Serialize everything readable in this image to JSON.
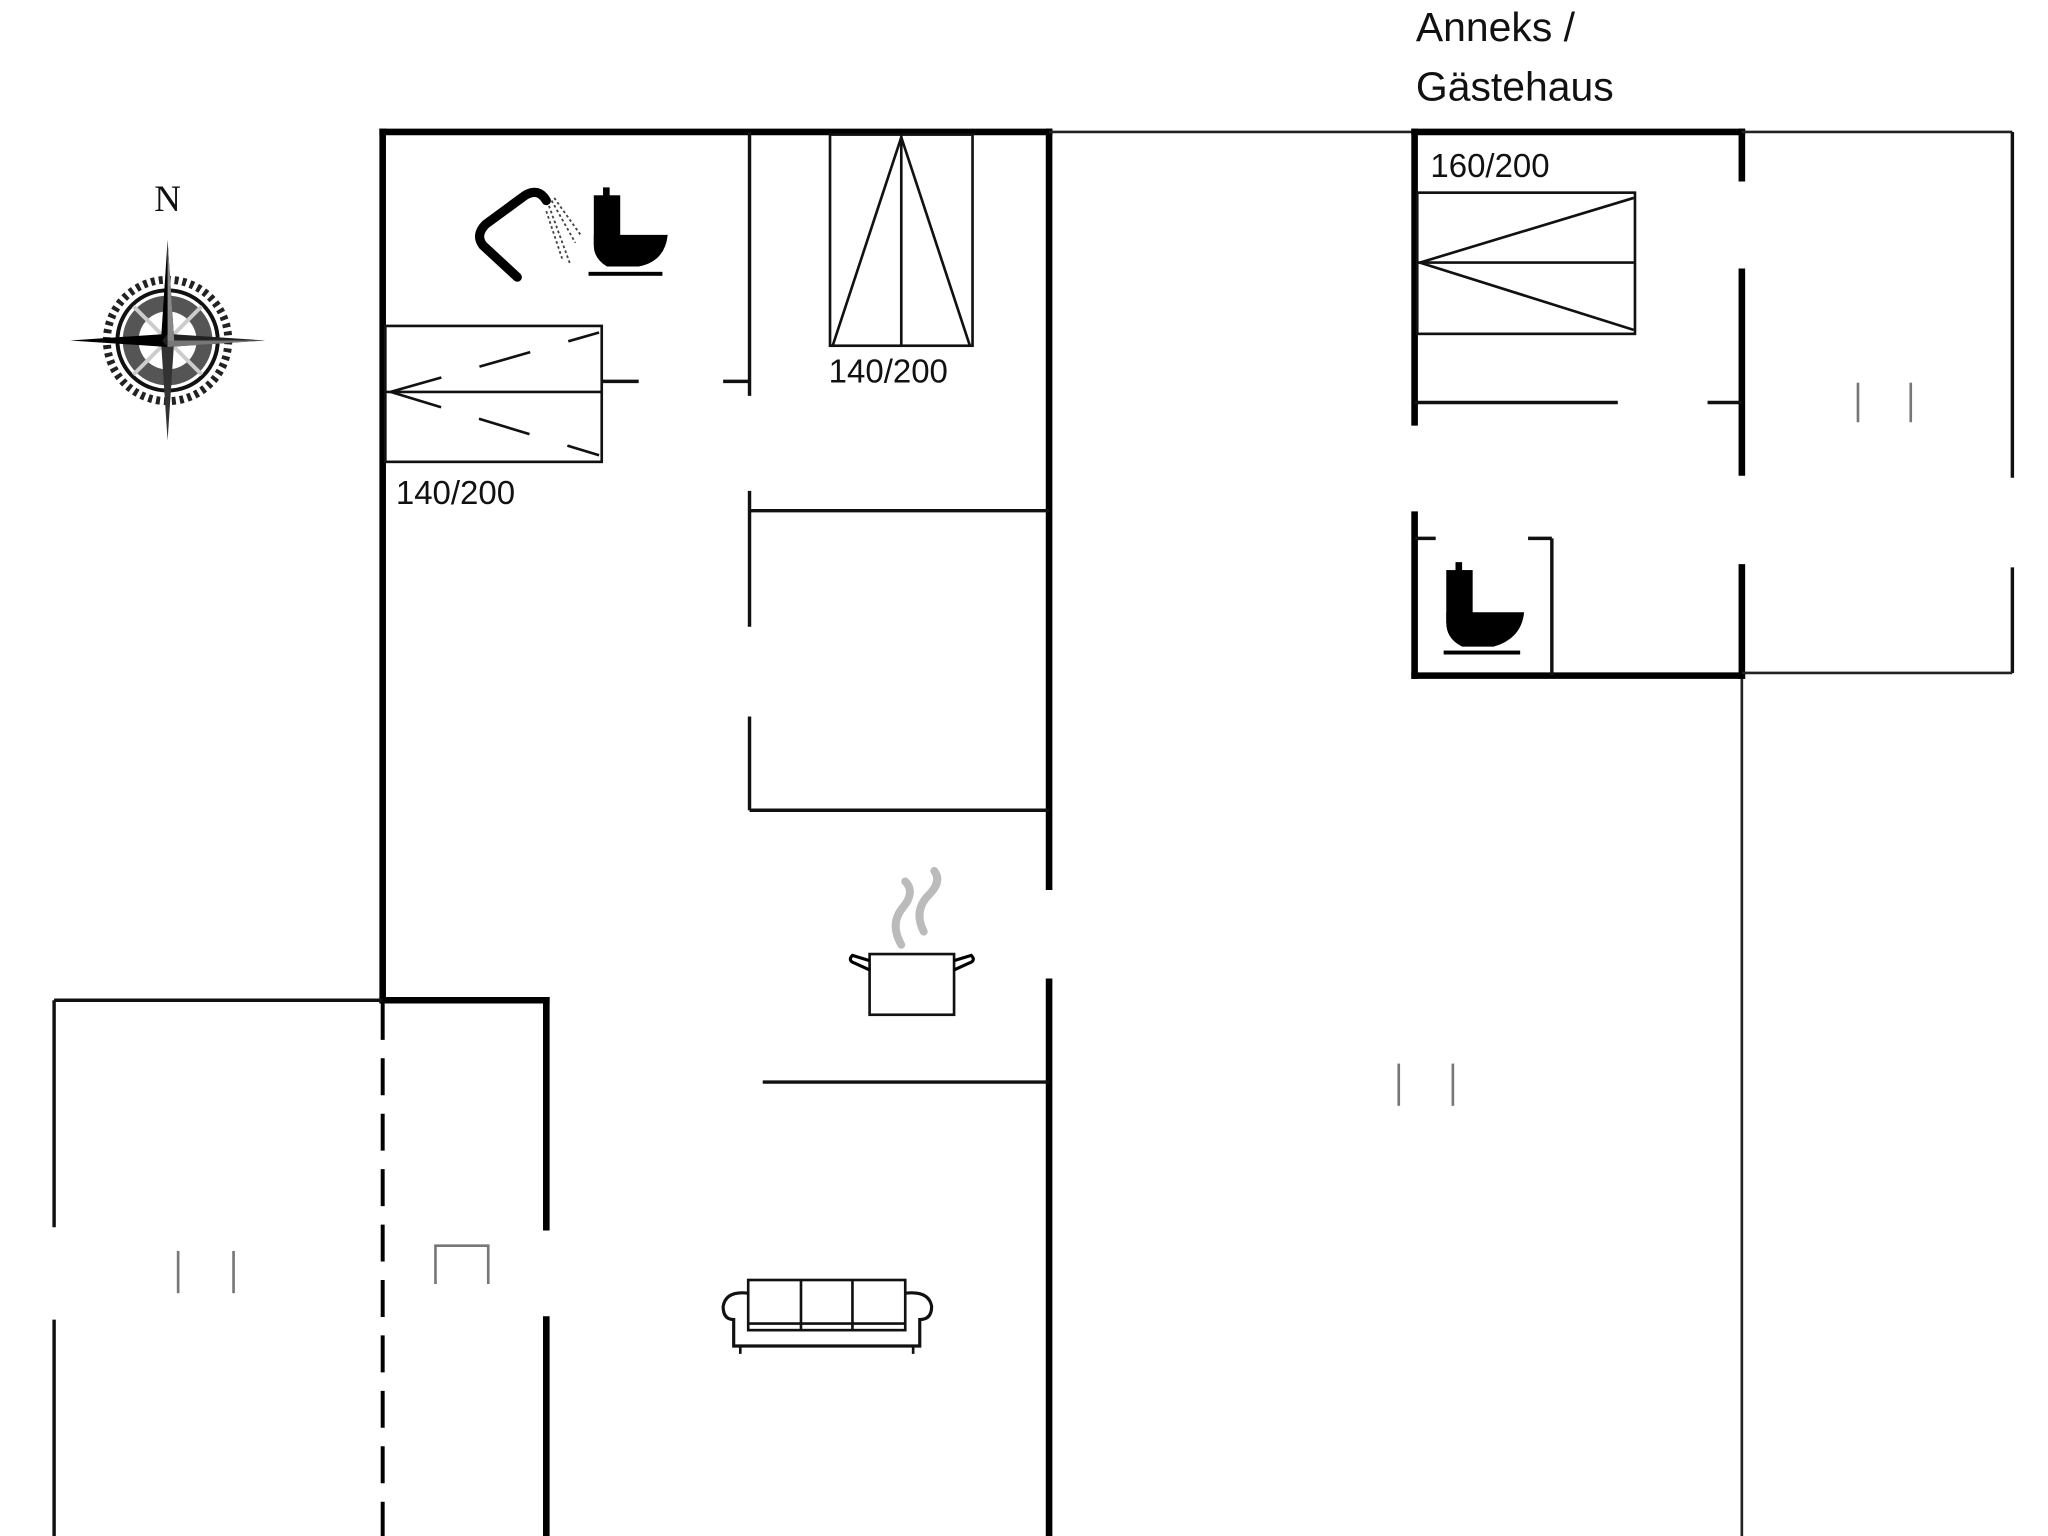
{
  "plan": {
    "title": "Floor plan",
    "annex_label": {
      "line1": "Anneks /",
      "line2": "Gästehaus"
    },
    "compass": {
      "north_label": "N",
      "icon": "compass-rose-icon"
    },
    "beds": [
      {
        "id": "bed-bathroom-side",
        "size": "140/200",
        "room": "main-house-west-bedroom"
      },
      {
        "id": "bed-north-bedroom",
        "size": "140/200",
        "room": "main-house-north-bedroom"
      },
      {
        "id": "bed-annex",
        "size": "160/200",
        "room": "annex-bedroom"
      }
    ],
    "symbols": [
      {
        "name": "shower-icon",
        "room": "bathroom"
      },
      {
        "name": "toilet-icon",
        "room": "bathroom"
      },
      {
        "name": "toilet-icon",
        "room": "annex-wc"
      },
      {
        "name": "cooking-pot-icon",
        "room": "kitchen"
      },
      {
        "name": "sofa-icon",
        "room": "living-room"
      },
      {
        "name": "terrace-marker-icon",
        "room": "center-terrace"
      },
      {
        "name": "terrace-marker-icon",
        "room": "annex-terrace"
      },
      {
        "name": "terrace-marker-icon",
        "room": "west-carport"
      },
      {
        "name": "storage-marker-icon",
        "room": "shed"
      }
    ],
    "colors": {
      "wall": "#000000",
      "background": "#ffffff",
      "steam": "#b0b0b0"
    }
  }
}
